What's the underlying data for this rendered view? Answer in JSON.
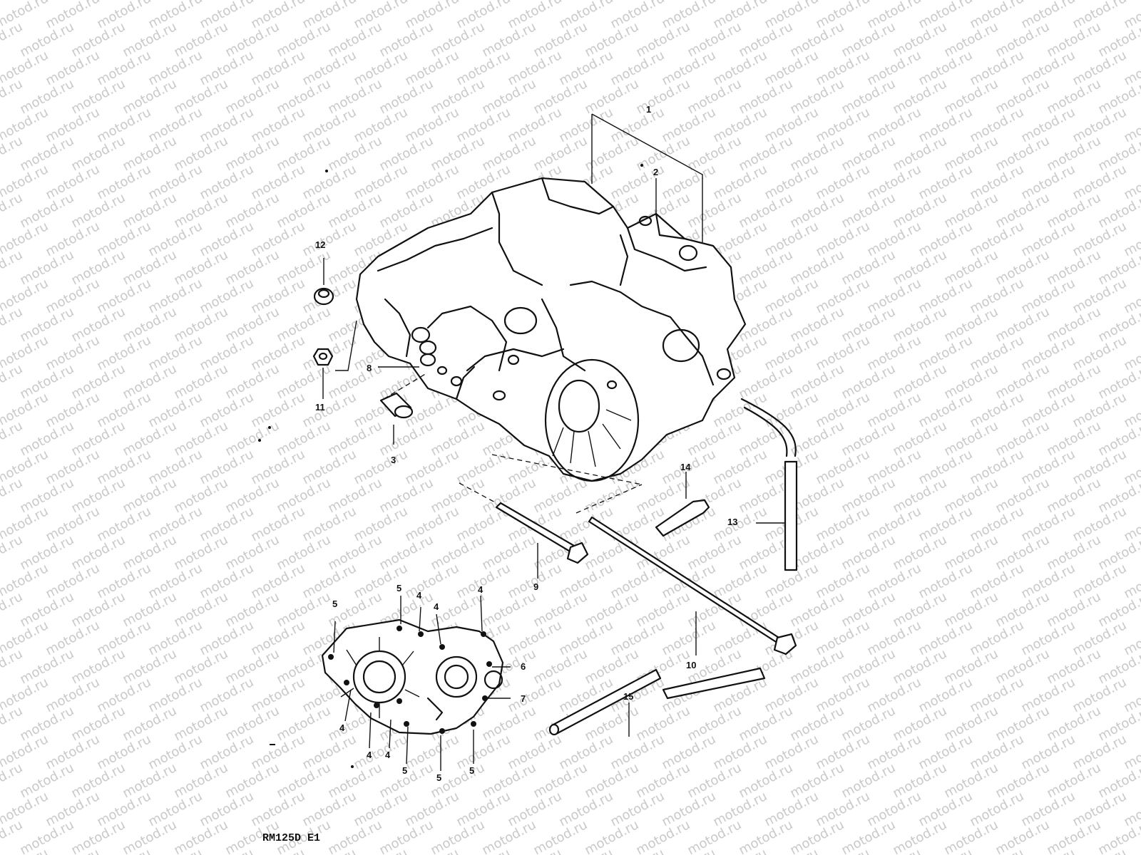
{
  "watermark": {
    "text": "motod.ru"
  },
  "diagram_code": "RM125D E1",
  "callouts": {
    "c1": "1",
    "c2": "2",
    "c3": "3",
    "c4a": "4",
    "c4b": "4",
    "c4c": "4",
    "c4d": "4",
    "c4e": "4",
    "c4f": "4",
    "c5a": "5",
    "c5b": "5",
    "c5c": "5",
    "c5d": "5",
    "c5e": "5",
    "c6": "6",
    "c7": "7",
    "c8": "8",
    "c9": "9",
    "c10": "10",
    "c11": "11",
    "c12": "12",
    "c13": "13",
    "c14": "14",
    "c15": "15"
  }
}
